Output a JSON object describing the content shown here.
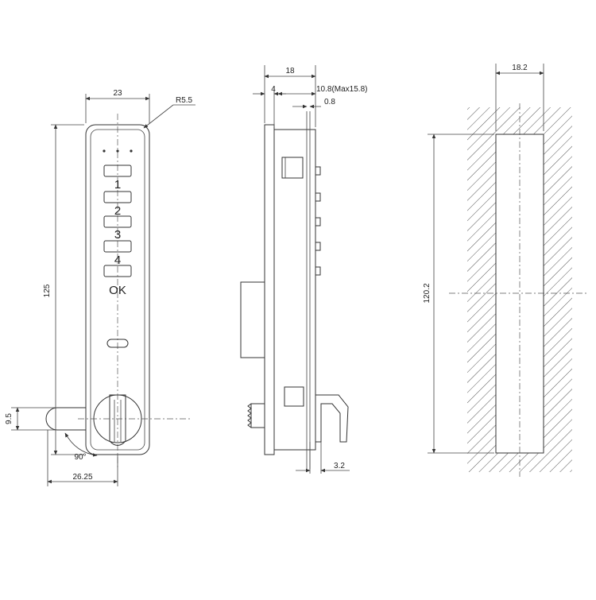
{
  "front_view": {
    "width_label": "23",
    "radius_label": "R5.5",
    "height_label": "125",
    "offset_label": "9.5",
    "angle_label": "90°",
    "reach_label": "26.25",
    "button_labels": [
      "1",
      "2",
      "3",
      "4"
    ],
    "ok_label": "OK"
  },
  "side_view": {
    "depth_label": "18",
    "plate_label": "4",
    "door_label": "10.8(Max15.8)",
    "gap_label": "0.8",
    "cam_label": "3.2"
  },
  "cutout_view": {
    "width_label": "18.2",
    "height_label": "120.2"
  }
}
